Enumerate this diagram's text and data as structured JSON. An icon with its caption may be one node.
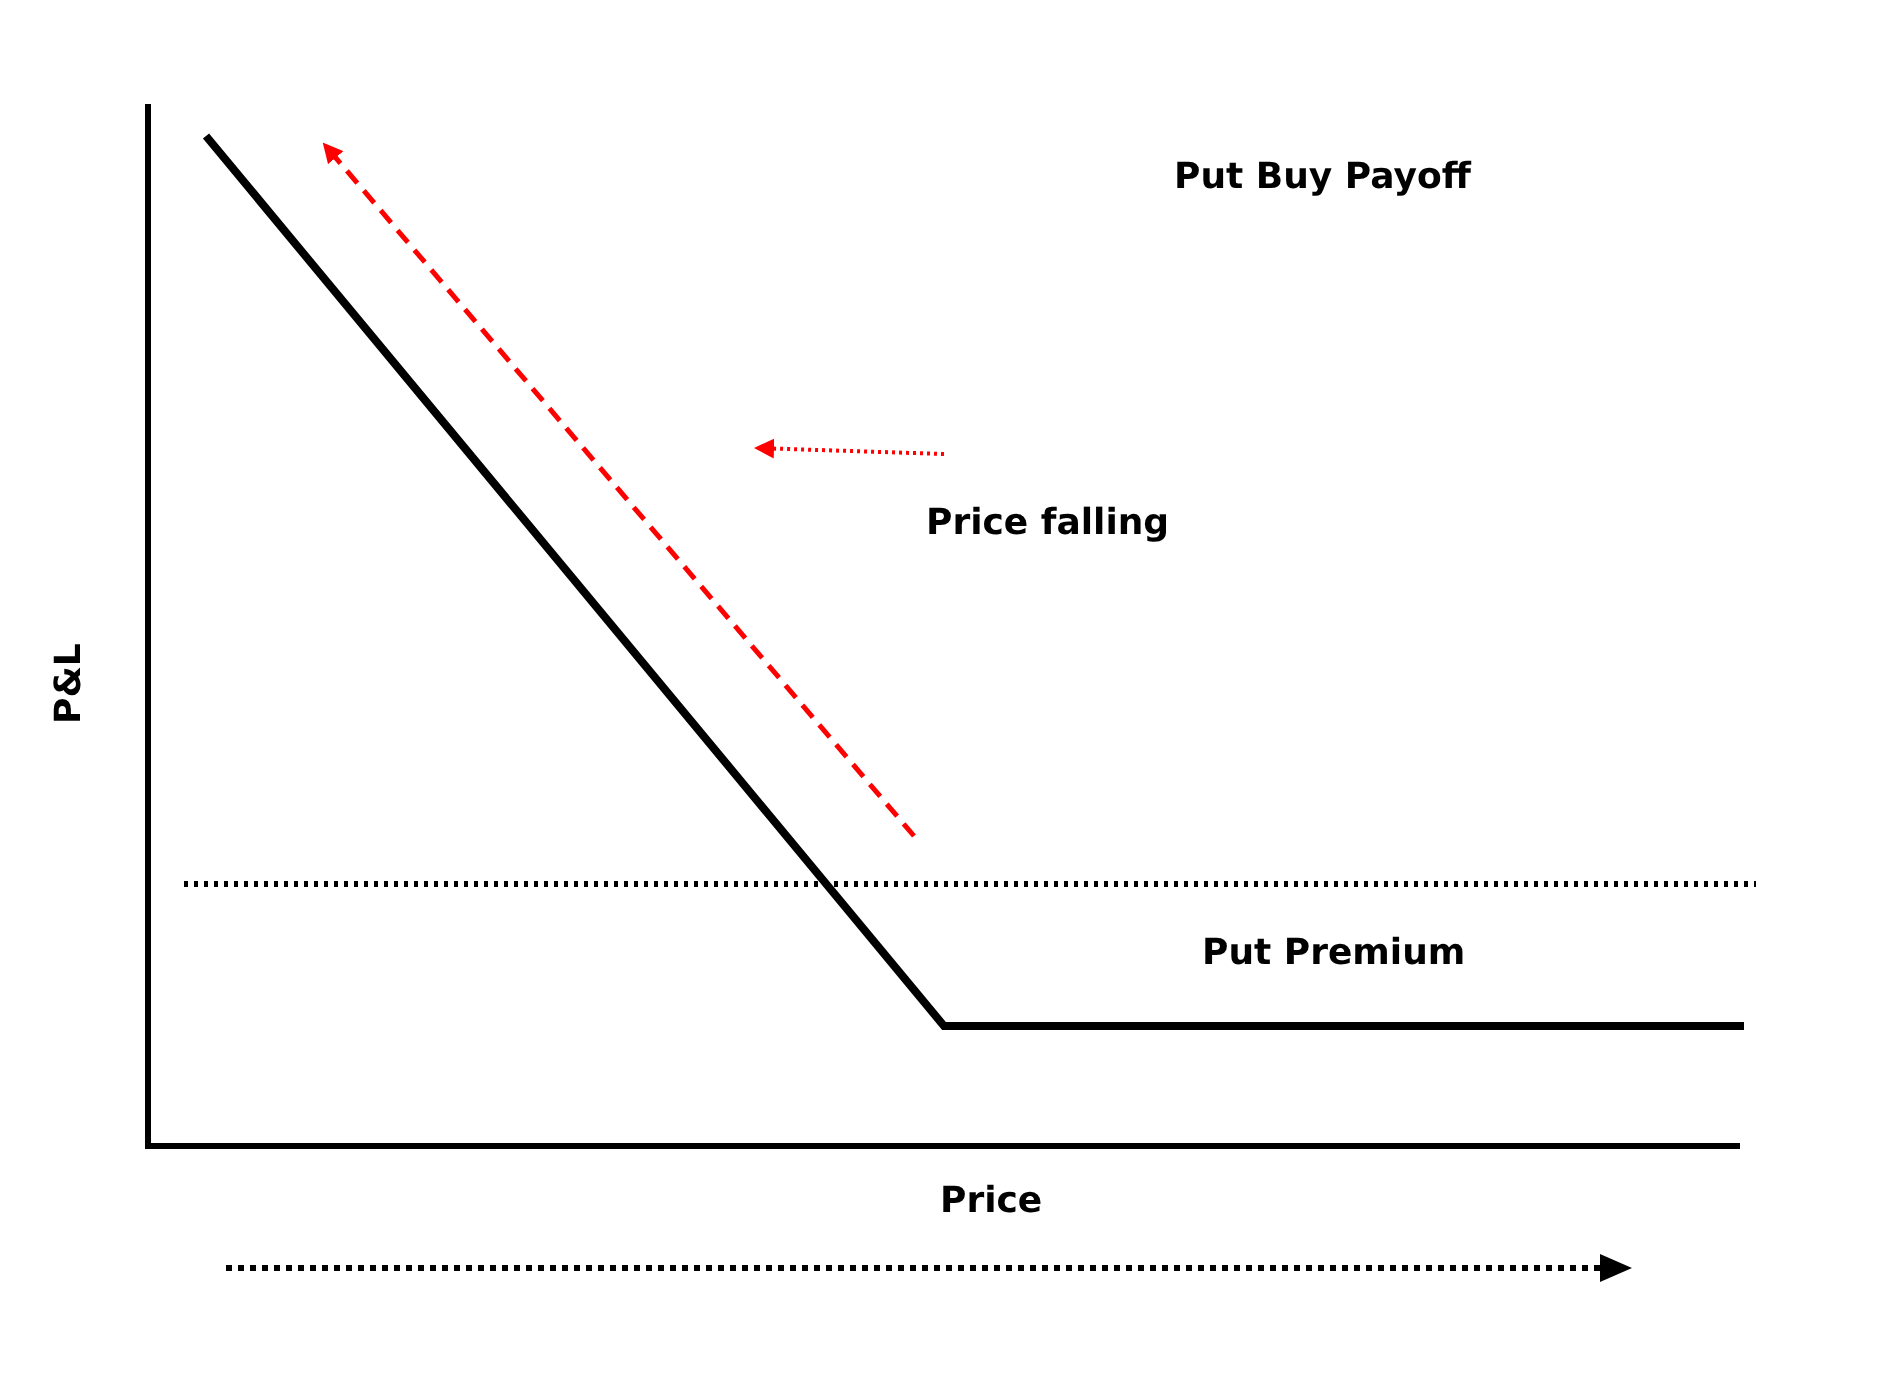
{
  "diagram": {
    "title": "Put Buy Payoff",
    "labels": [
      "Price falling",
      "Put Premium",
      "P&L",
      "Price"
    ]
  }
}
